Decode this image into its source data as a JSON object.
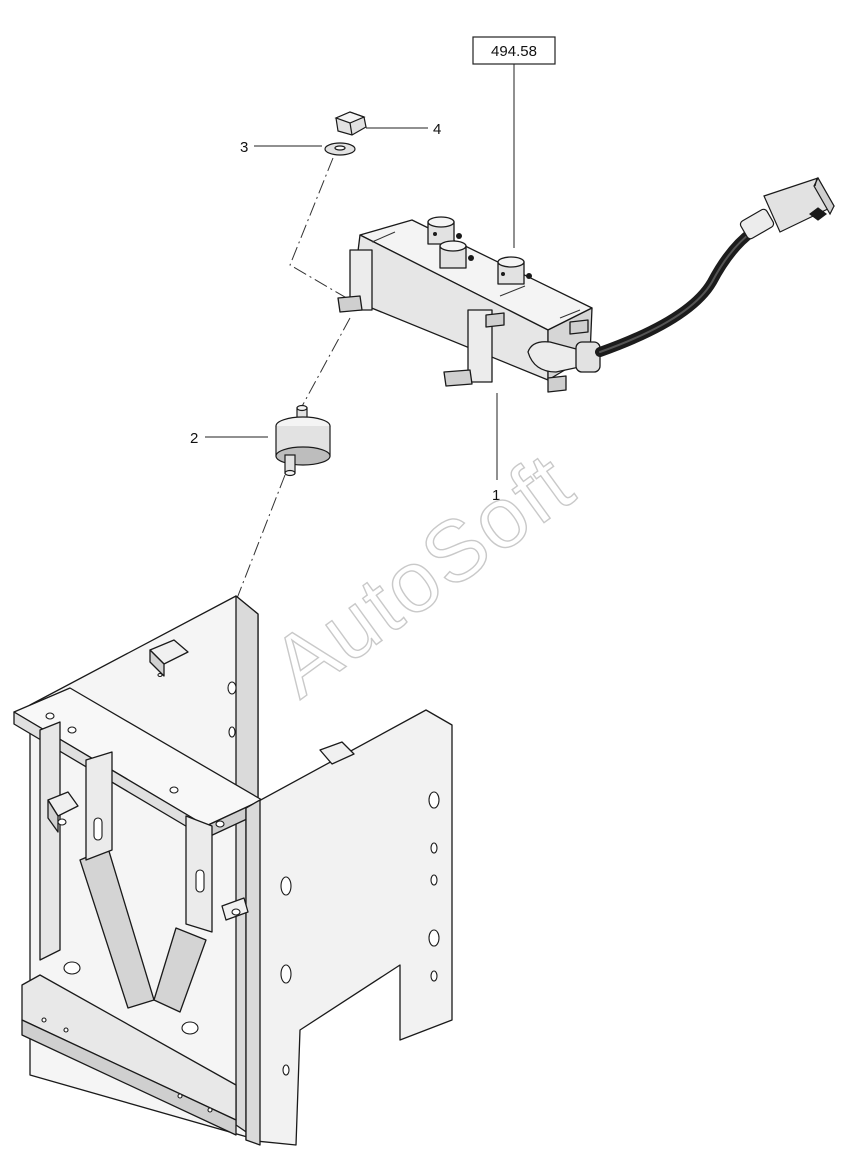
{
  "reference": {
    "label": "494.58"
  },
  "callouts": [
    {
      "id": "1",
      "label": "1"
    },
    {
      "id": "2",
      "label": "2"
    },
    {
      "id": "3",
      "label": "3"
    },
    {
      "id": "4",
      "label": "4"
    }
  ],
  "watermark": {
    "text": "AutoSoft"
  },
  "colors": {
    "line": "#1a1a1a",
    "fill_light": "#f4f4f4",
    "fill_mid": "#e2e2e2",
    "fill_dark": "#bdbdbd",
    "cable": "#1c1c1c",
    "watermark": "#c9c9c9"
  }
}
